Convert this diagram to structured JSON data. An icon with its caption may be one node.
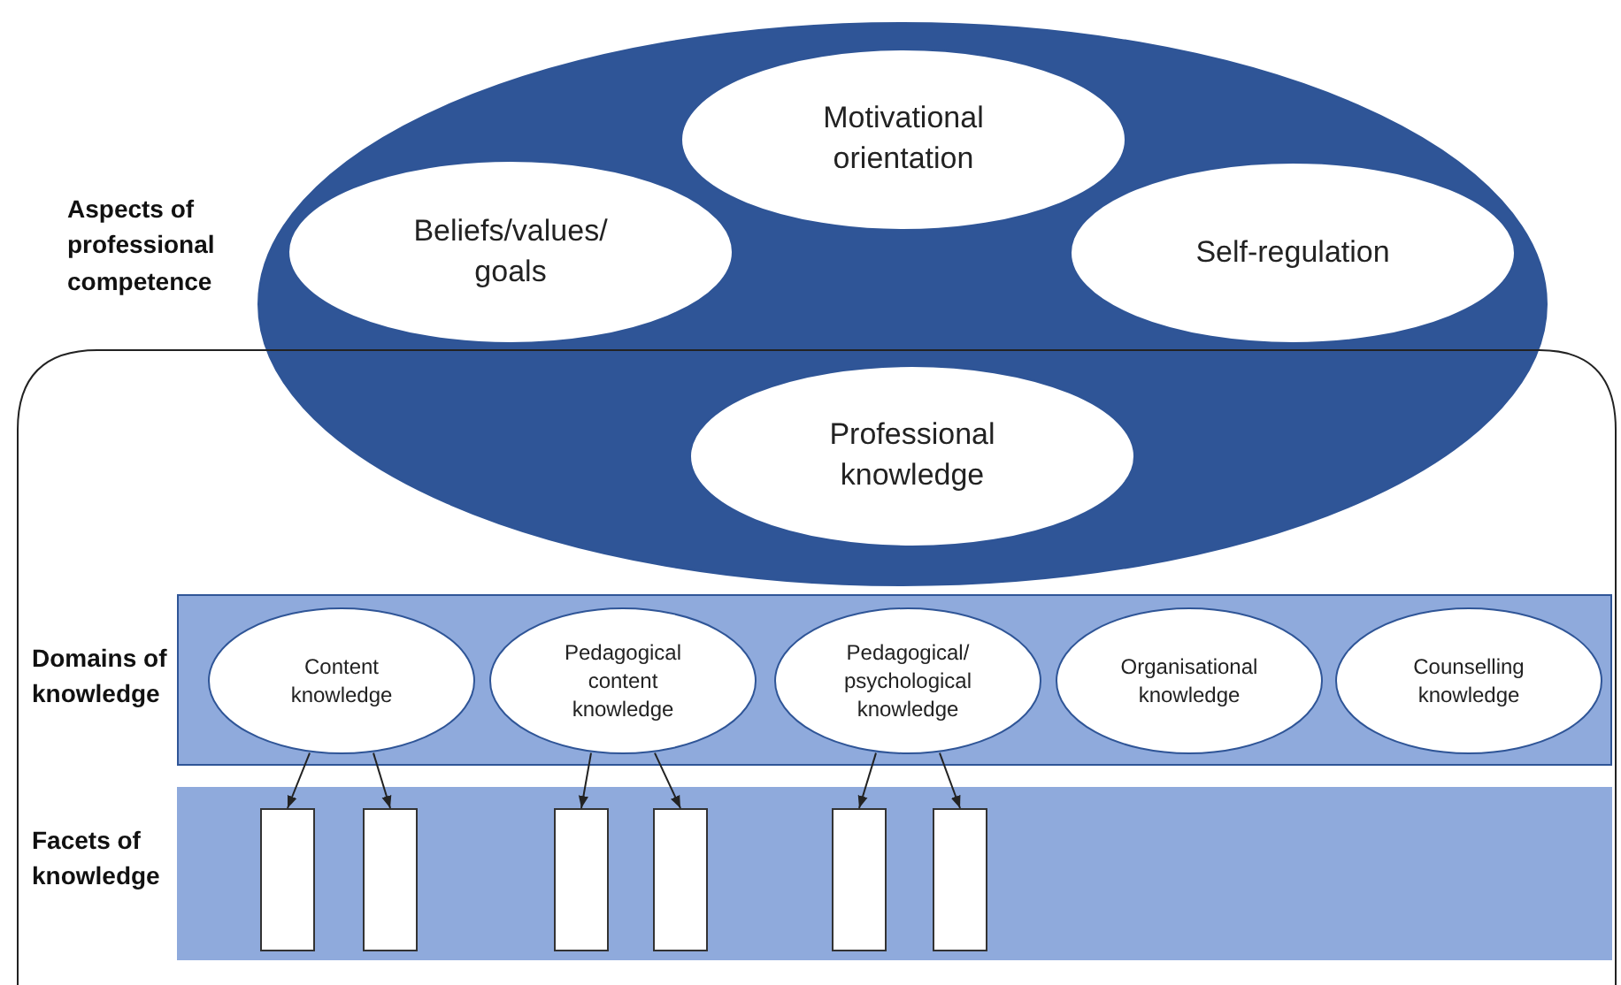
{
  "diagram": {
    "nodes": [
      {
        "text": [
          "Aspects of professional competence"
        ]
      },
      {
        "text": [
          "Motivational orientation"
        ],
        "in": 0
      },
      {
        "text": [
          "Beliefs/values/ goals"
        ],
        "in": 0
      },
      {
        "text": [
          "Self-regulation"
        ],
        "in": 0
      },
      {
        "text": [
          "Professional knowledge"
        ],
        "in": 0
      },
      {
        "text": [
          "Domains of knowledge"
        ]
      },
      {
        "text": [
          "Content knowledge"
        ],
        "in": 5
      },
      {
        "text": [
          "Pedagogical content knowledge"
        ],
        "in": 5
      },
      {
        "text": [
          "Pedagogical/ psychological knowledge"
        ],
        "in": 5
      },
      {
        "text": [
          "Organisational knowledge"
        ],
        "in": 5
      },
      {
        "text": [
          "Counselling knowledge"
        ],
        "in": 5
      },
      {
        "text": [
          "Facets of knowledge"
        ]
      },
      {
        "text": [],
        "shape": "box",
        "in": 11
      },
      {
        "text": [],
        "shape": "box",
        "in": 11
      },
      {
        "text": [],
        "shape": "box",
        "in": 11
      },
      {
        "text": [],
        "shape": "box",
        "in": 11
      },
      {
        "text": [],
        "shape": "box",
        "in": 11
      },
      {
        "text": [],
        "shape": "box",
        "in": 11
      }
    ],
    "edges": [
      {
        "from": 6,
        "to": 12,
        "arrow": "to"
      },
      {
        "from": 6,
        "to": 13,
        "arrow": "to"
      },
      {
        "from": 7,
        "to": 14,
        "arrow": "to"
      },
      {
        "from": 7,
        "to": 15,
        "arrow": "to"
      },
      {
        "from": 8,
        "to": 16,
        "arrow": "to"
      },
      {
        "from": 8,
        "to": 17,
        "arrow": "to"
      }
    ]
  }
}
